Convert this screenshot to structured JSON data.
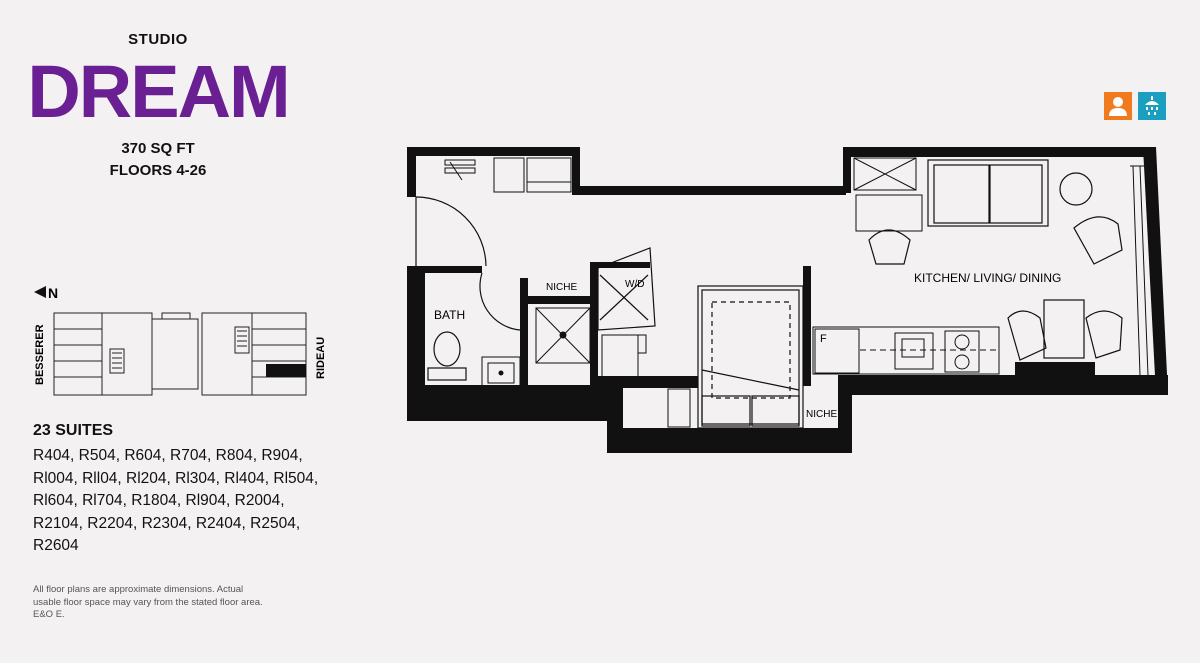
{
  "header": {
    "unit_type": "STUDIO",
    "unit_name": "DREAM",
    "area": "370 SQ FT",
    "floors": "FLOORS 4-26"
  },
  "keyplan": {
    "north_label": "N",
    "left_street": "BESSERER",
    "right_street": "RIDEAU"
  },
  "suites": {
    "count_label": "23 SUITES",
    "list": "R404, R504, R604, R704, R804, R904, Rl004, Rll04, Rl204, Rl304, Rl404, Rl504, Rl604, Rl704, R1804, Rl904, R2004, R2104, R2204, R2304, R2404, R2504, R2604"
  },
  "disclaimer": "All floor plans are approximate dimensions. Actual usable floor space may vary from the stated floor area. E&O E.",
  "amenities": [
    {
      "icon": "person-icon",
      "color": "#f07b1e"
    },
    {
      "icon": "shower-icon",
      "color": "#1a9fc0"
    }
  ],
  "floorplan": {
    "rooms": {
      "bath": "BATH",
      "niche_top": "NICHE",
      "washer_dryer": "W/D",
      "kitchen_living": "KITCHEN/ LIVING/ DINING",
      "niche_bottom": "NICHE",
      "fridge": "F"
    }
  },
  "colors": {
    "brand_purple": "#6a1f93",
    "background": "#f4f1f3",
    "wall": "#111111"
  }
}
